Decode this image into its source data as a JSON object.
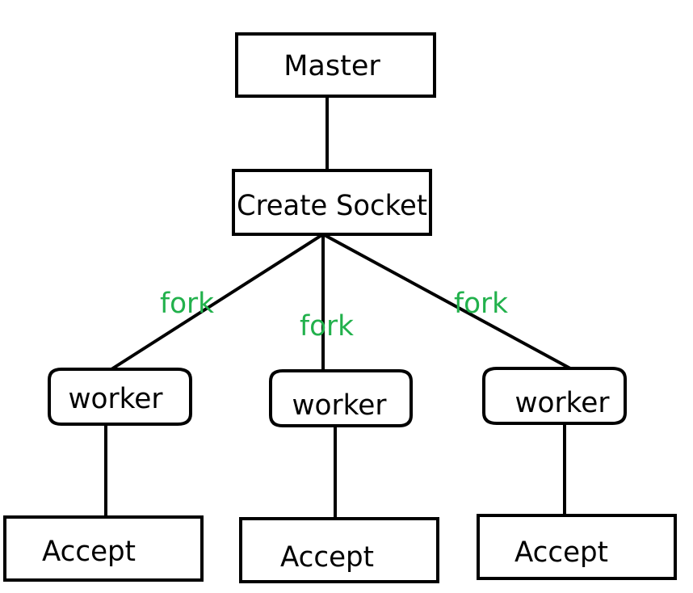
{
  "colors": {
    "stroke": "#000000",
    "text": "#000000",
    "fork_label": "#22b14c",
    "background": "#ffffff"
  },
  "nodes": {
    "master": "Master",
    "create_socket": "Create Socket",
    "worker_1": "worker",
    "worker_2": "worker",
    "worker_3": "worker",
    "accept_1": "Accept",
    "accept_2": "Accept",
    "accept_3": "Accept"
  },
  "edge_labels": {
    "fork_left": "fork",
    "fork_middle": "fork",
    "fork_right": "fork"
  }
}
